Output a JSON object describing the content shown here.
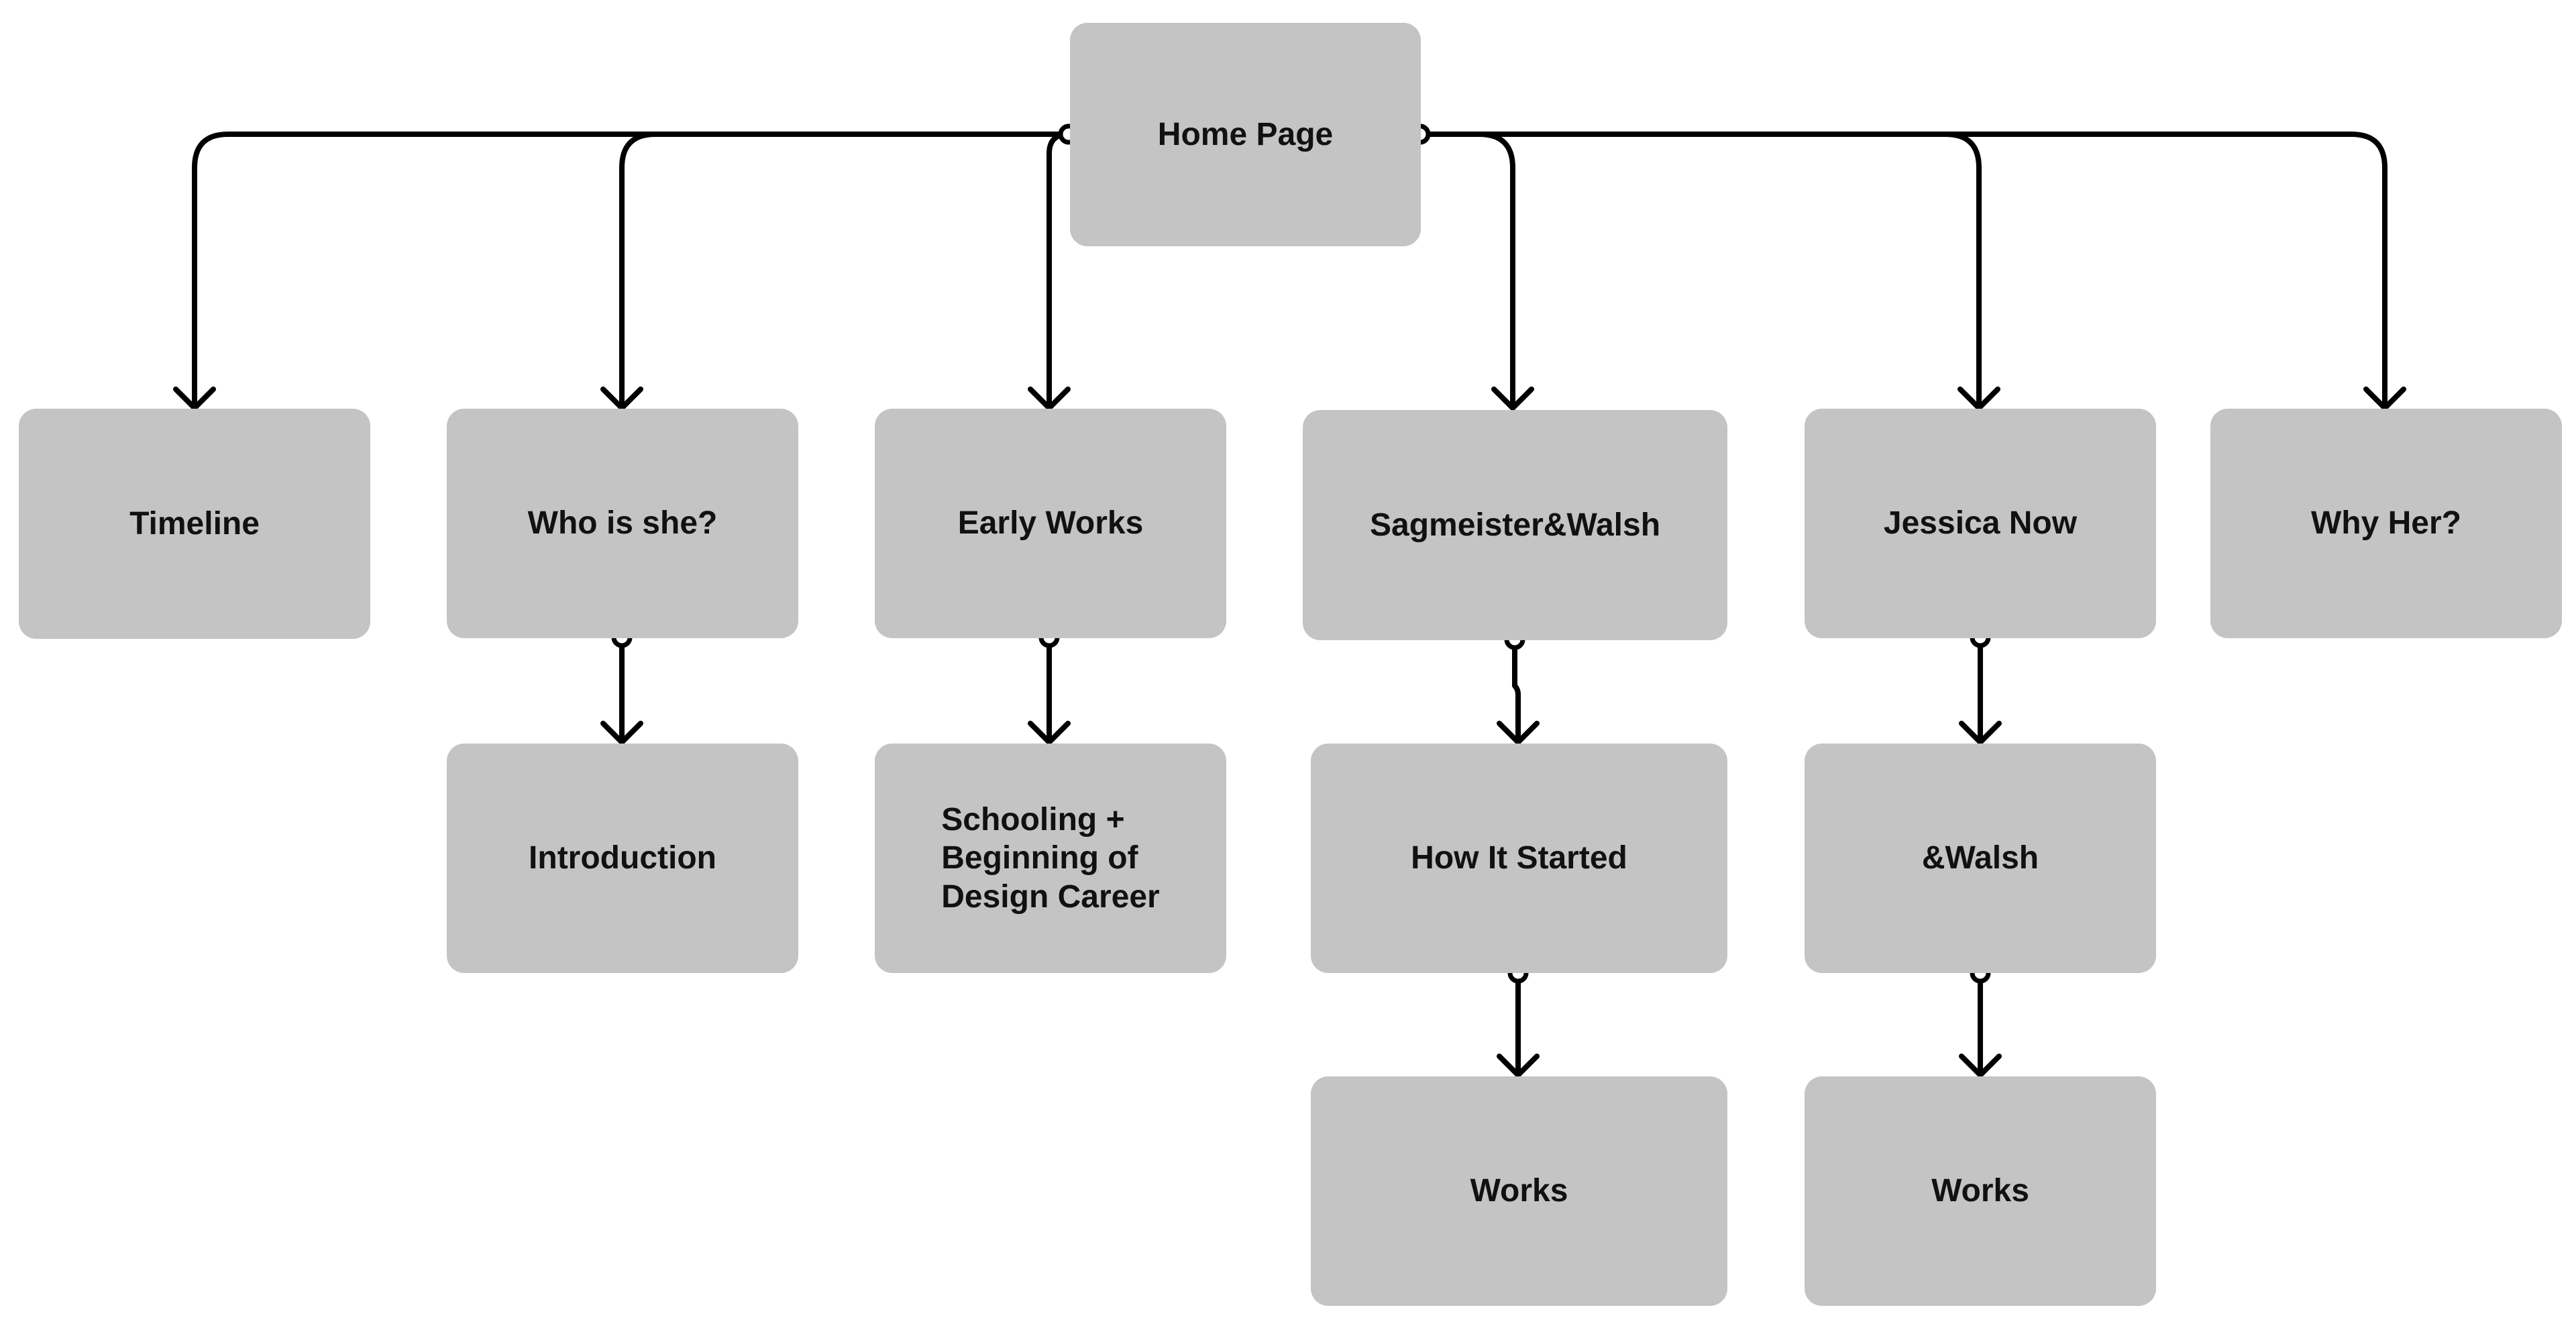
{
  "diagram": {
    "colors": {
      "node_fill": "#c4c4c4",
      "text": "#111111",
      "connector": "#000000",
      "background": "#ffffff"
    },
    "nodes": {
      "home": "Home Page",
      "timeline": "Timeline",
      "who_is_she": "Who is she?",
      "early_works": "Early Works",
      "sagmeister_walsh": "Sagmeister&Walsh",
      "jessica_now": "Jessica Now",
      "why_her": "Why Her?",
      "introduction": "Introduction",
      "schooling": "Schooling +\nBeginning of\nDesign Career",
      "how_it_started": "How It Started",
      "and_walsh": "&Walsh",
      "works_sw": "Works",
      "works_jn": "Works"
    },
    "edges": [
      [
        "home",
        "timeline"
      ],
      [
        "home",
        "who_is_she"
      ],
      [
        "home",
        "early_works"
      ],
      [
        "home",
        "sagmeister_walsh"
      ],
      [
        "home",
        "jessica_now"
      ],
      [
        "home",
        "why_her"
      ],
      [
        "who_is_she",
        "introduction"
      ],
      [
        "early_works",
        "schooling"
      ],
      [
        "sagmeister_walsh",
        "how_it_started"
      ],
      [
        "how_it_started",
        "works_sw"
      ],
      [
        "jessica_now",
        "and_walsh"
      ],
      [
        "and_walsh",
        "works_jn"
      ]
    ]
  }
}
